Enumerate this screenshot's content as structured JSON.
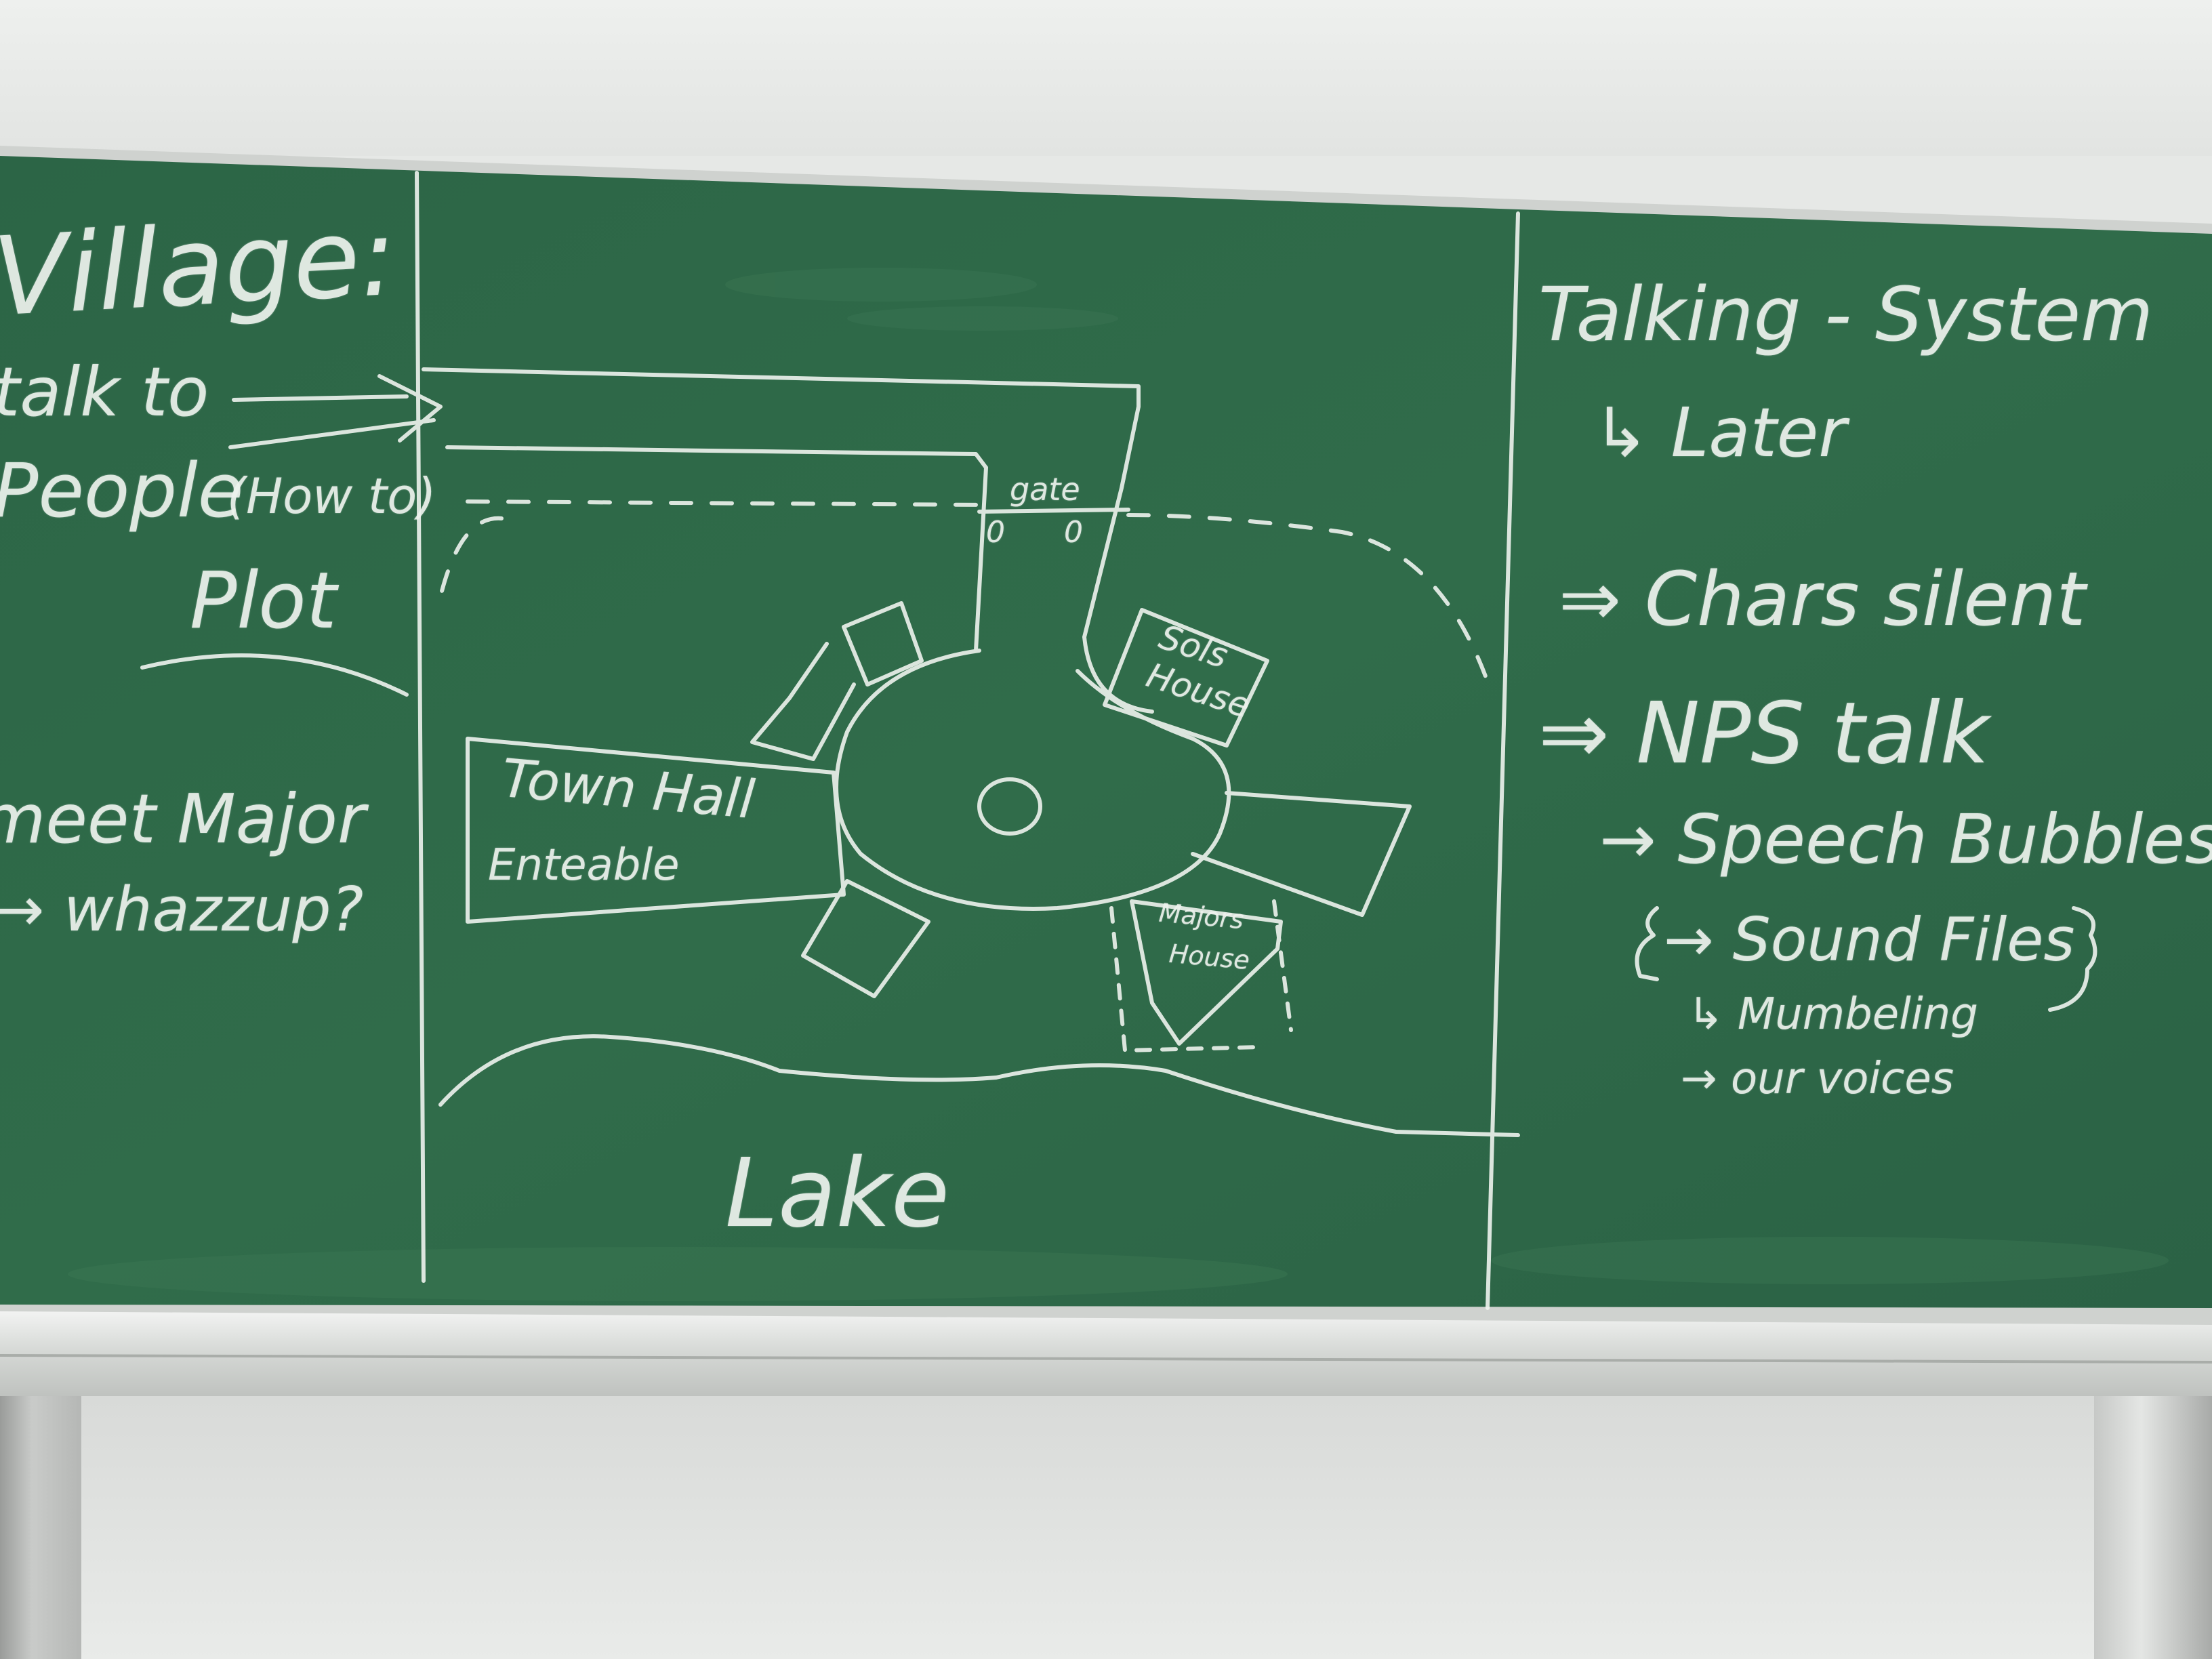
{
  "board": {
    "colors": {
      "chalkboard": "#2f6a48",
      "chalk": "#eef3ee",
      "frame": "#d9dcd9"
    },
    "left_panel": {
      "title": "Village:",
      "line1": "talk to",
      "line2": "People",
      "line2_note": "(How to)",
      "line3": "Plot",
      "line4": "meet Major",
      "line5": "→ whazzup?"
    },
    "map": {
      "gate_label": "gate",
      "gate_posts": [
        "0",
        "0"
      ],
      "sols_house_line1": "Sols",
      "sols_house_line2": "House",
      "town_hall_line1": "Town Hall",
      "town_hall_line2": "Enteable",
      "majors_house_line1": "Majors",
      "majors_house_line2": "House",
      "lake_label": "Lake"
    },
    "right_panel": {
      "line1": "Talking - System",
      "line2": "↳ Later",
      "line3": "⇒ Chars silent",
      "line4": "⇒ NPS talk",
      "line5": "→ Speech Bubbles",
      "line6": "→ Sound Files",
      "line7": "↳ Mumbeling",
      "line8": "→ our voices"
    }
  }
}
